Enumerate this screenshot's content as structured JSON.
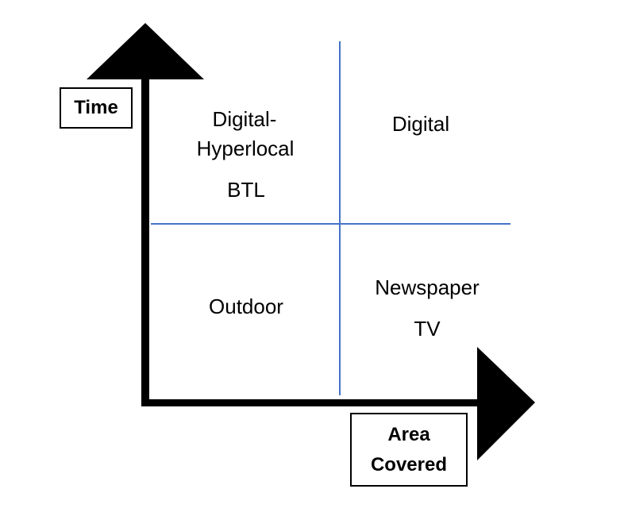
{
  "diagram": {
    "type": "quadrant-matrix",
    "y_axis": {
      "label": "Time"
    },
    "x_axis": {
      "label": "Area Covered",
      "label_lines": [
        "Area",
        "Covered"
      ]
    },
    "quadrants": {
      "top_left": {
        "label_lines": [
          "Digital-",
          "Hyperlocal"
        ],
        "secondary_label": "BTL"
      },
      "top_right": {
        "label": "Digital"
      },
      "bottom_left": {
        "label": "Outdoor"
      },
      "bottom_right": {
        "labels": [
          "Newspaper",
          "TV"
        ]
      }
    }
  },
  "colors": {
    "axis": "#000000",
    "quadrant_divider": "#4472c4",
    "text": "#000000",
    "label_box_border": "#000000",
    "background": "#ffffff"
  }
}
